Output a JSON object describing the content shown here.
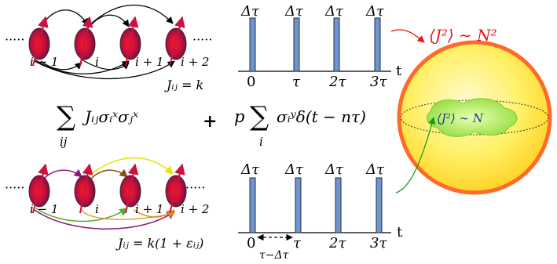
{
  "colors": {
    "spin_fill": "#b3124a",
    "spin_arrow": "#cc1240",
    "bar_fill": "#6f95cc",
    "sphere_fill": "#ffe84a",
    "sphere_edge": "#ff6a2a",
    "blob_fill": "#a8e64a",
    "red_text": "#ee1111",
    "green_arrow": "#1a9a1a",
    "yellow_arc": "#e6e600",
    "brown_arc": "#8a4a10",
    "purple_arc": "#8a1a7a",
    "green_arc": "#55aa22",
    "orange_arc": "#e08a1a"
  },
  "top_chain": {
    "dots_left": "·····",
    "dots_right": "·····",
    "site_labels": [
      "i − 1",
      "i",
      "i + 1",
      "i + 2"
    ],
    "coupling_label": "Jᵢⱼ = k"
  },
  "bottom_chain": {
    "dots_left": "·····",
    "dots_right": "·····",
    "site_labels": [
      "i − 1",
      "i",
      "i + 1",
      "i + 2"
    ],
    "coupling_label": "Jᵢⱼ = k(1 + εᵢⱼ)"
  },
  "hamiltonian": {
    "interaction_sum": "∑",
    "interaction_index": "ij",
    "interaction_term": "Jᵢⱼσᵢˣσⱼˣ",
    "plus": "+",
    "kick_prefix": "p",
    "kick_sum": "∑",
    "kick_index": "i",
    "kick_term": "σᵢʸδ(t − nτ)"
  },
  "top_pulses": {
    "pulse_labels": [
      "Δτ",
      "Δτ",
      "Δτ",
      "Δτ"
    ],
    "tick_labels": [
      "0",
      "τ",
      "2τ",
      "3τ"
    ],
    "axis_label": "t"
  },
  "bottom_pulses": {
    "pulse_labels": [
      "Δτ",
      "Δτ",
      "Δτ",
      "Δτ"
    ],
    "tick_labels": [
      "0",
      "τ",
      "2τ",
      "3τ"
    ],
    "axis_label": "t",
    "interval_label": "τ−Δτ"
  },
  "sphere": {
    "outer_label": "⟨J²⟩ ∼ N²",
    "inner_label": "⟨J²⟩ ∼ N"
  }
}
